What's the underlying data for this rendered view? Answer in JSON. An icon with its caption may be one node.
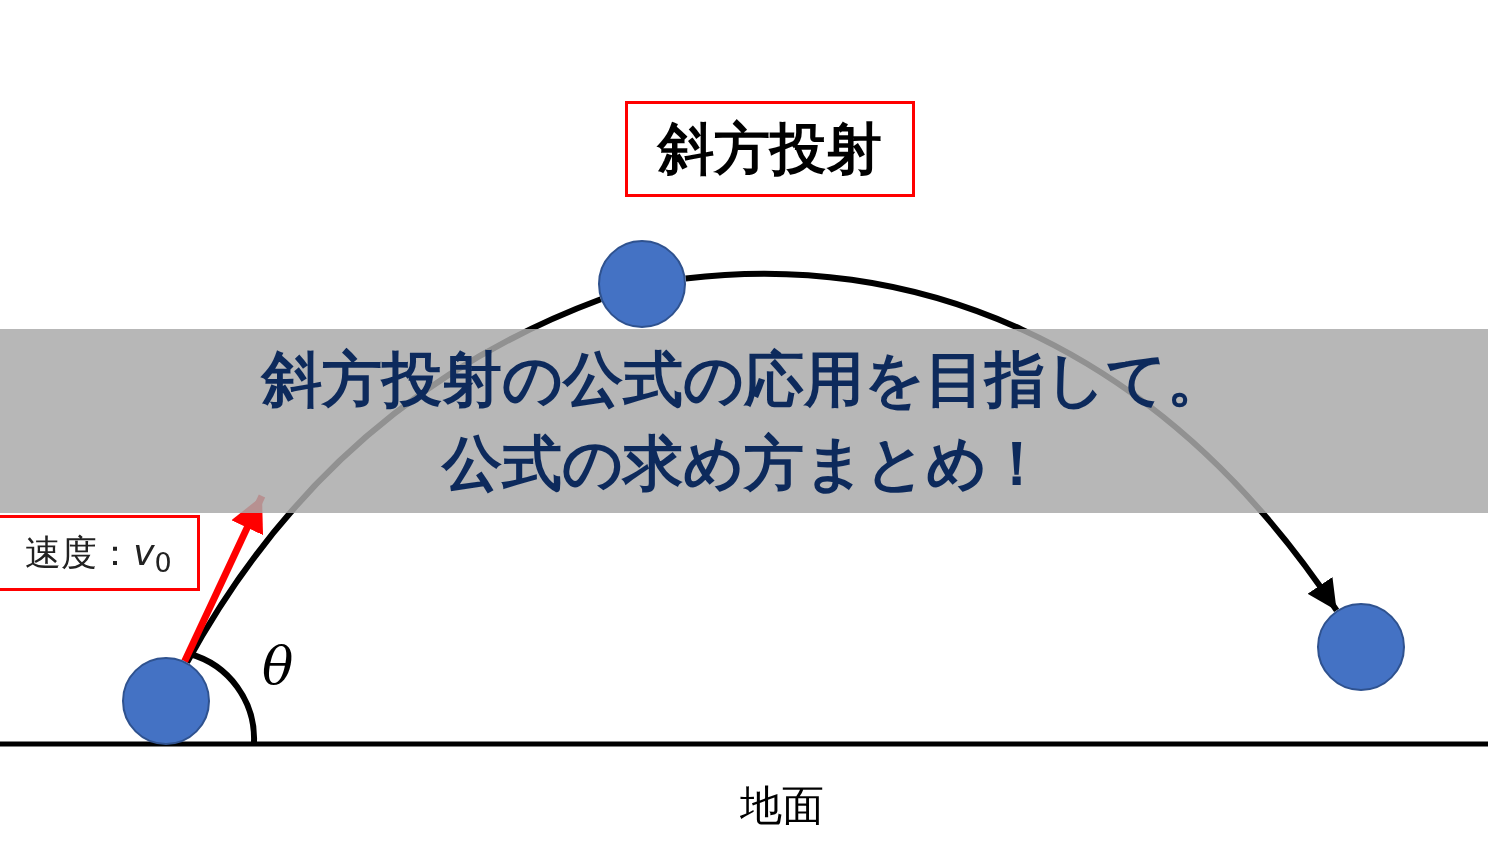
{
  "diagram": {
    "nodes": [
      {
        "text": [
          "斜方投射"
        ]
      },
      {
        "text": [],
        "shape": "circle"
      },
      {
        "text": [],
        "shape": "circle"
      },
      {
        "text": [],
        "shape": "circle"
      },
      {
        "text": [
          "速度：*v*$_{0}$"
        ]
      }
    ],
    "edges": [
      {
        "from": 1,
        "to": 2,
        "arrow": "none"
      },
      {
        "from": 2,
        "to": 3,
        "arrow": "to"
      },
      {
        "from": 1,
        "to": null,
        "arrow": "to",
        "color": "#ff0000"
      }
    ],
    "labels": [
      "斜方投射の公式の応用を目指して。",
      "公式の求め方まとめ！",
      "θ",
      "地面"
    ]
  }
}
